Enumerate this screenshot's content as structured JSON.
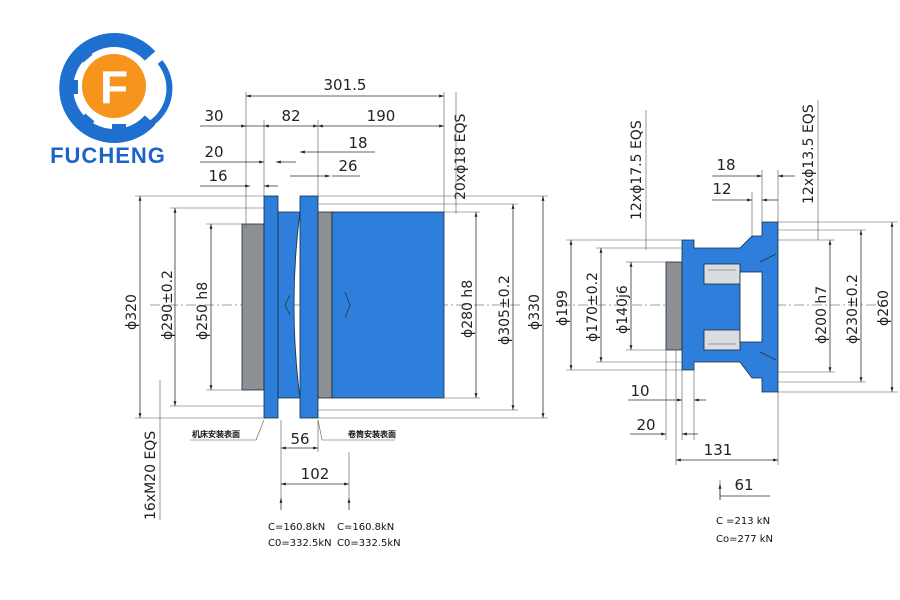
{
  "brand": {
    "name": "FUCHENG",
    "letter": "F",
    "colors": {
      "blue": "#1f6fd1",
      "orange": "#f7941d",
      "text": "#1c64c8"
    }
  },
  "colors": {
    "part_blue": "#2d7fdb",
    "part_gray": "#8c8f94"
  },
  "left_view": {
    "dims": {
      "overall_length": "301.5",
      "d30": "30",
      "d82": "82",
      "d190": "190",
      "d20": "20",
      "d18": "18",
      "d16": "16",
      "d26": "26",
      "holes_top": "20xϕ18 EQS",
      "dia320": "ϕ320",
      "dia290": "ϕ290±0.2",
      "dia250": "ϕ250 h8",
      "dia280": "ϕ280 h8",
      "dia305": "ϕ305±0.2",
      "dia330": "ϕ330",
      "holes_bottom": "16xM20 EQS",
      "d56": "56",
      "d102": "102"
    },
    "labels": {
      "machine_surface": "机床安装表面",
      "drum_surface": "卷筒安装表面"
    },
    "load_left": {
      "c": "C=160.8kN",
      "c0": "C0=332.5kN"
    },
    "load_right": {
      "c": "C=160.8kN",
      "c0": "C0=332.5kN"
    }
  },
  "right_view": {
    "dims": {
      "holes_left": "12xϕ17.5 EQS",
      "holes_right": "12xϕ13.5 EQS",
      "d18": "18",
      "d12": "12",
      "dia199": "ϕ199",
      "dia170": "ϕ170±0.2",
      "dia140": "ϕ140j6",
      "dia200": "ϕ200 h7",
      "dia230": "ϕ230±0.2",
      "dia260": "ϕ260",
      "d10": "10",
      "d20": "20",
      "d131": "131",
      "d61": "61"
    },
    "load": {
      "c": "C =213 kN",
      "c0": "Co=277 kN"
    }
  }
}
